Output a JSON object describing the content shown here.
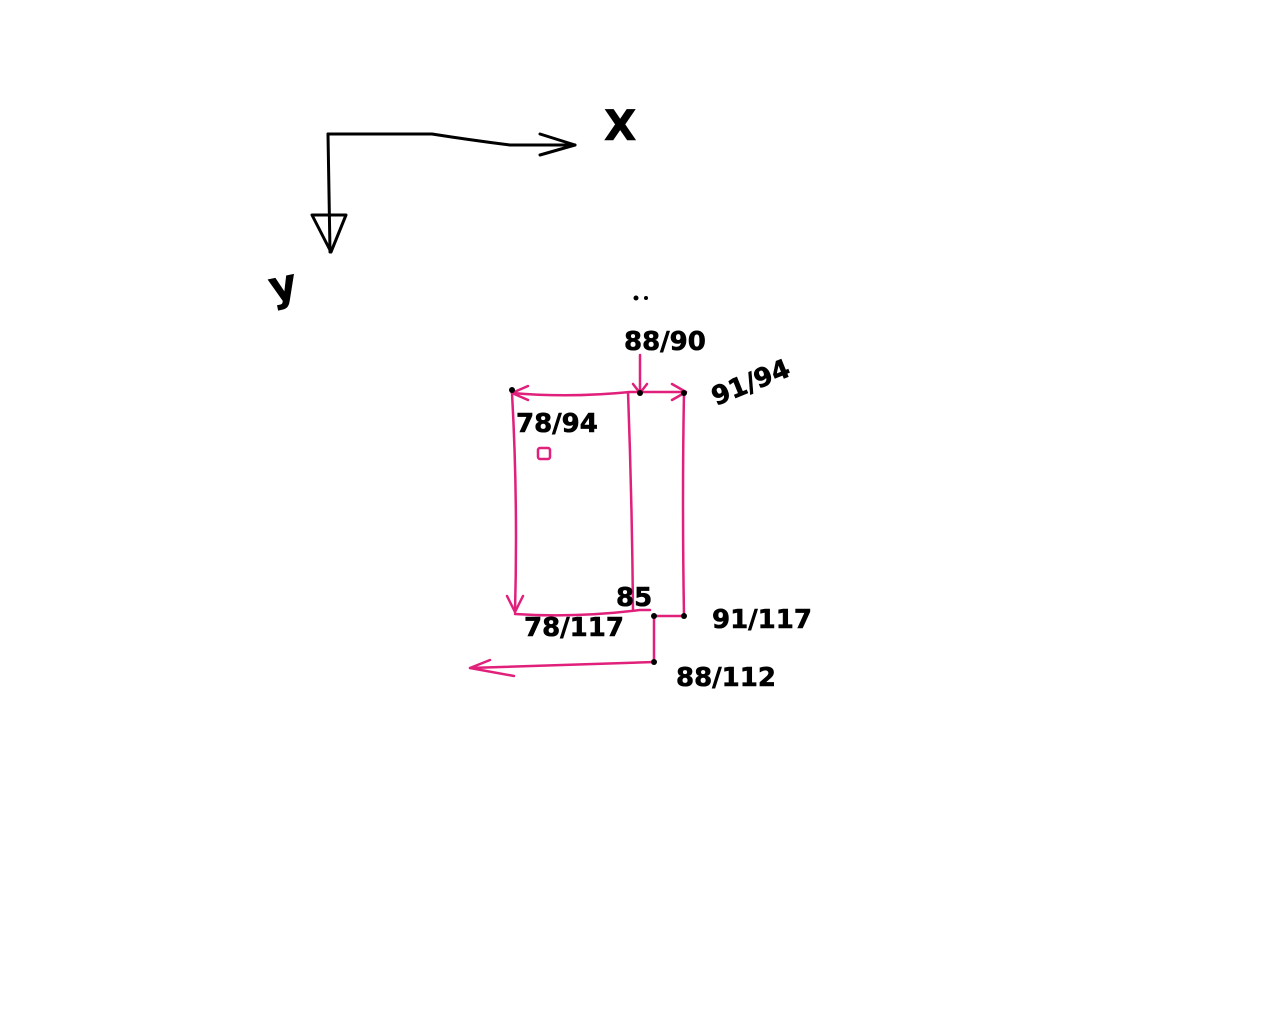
{
  "colors": {
    "background": "#ffffff",
    "axis": "#000000",
    "path": "#e0207a"
  },
  "axes": {
    "x_label": "X",
    "y_label": "y"
  },
  "points": {
    "p1": "88/90",
    "p2": "91/94",
    "p3": "78/94",
    "p4": "78/117",
    "p5": "85",
    "p6": "91/117",
    "p7": "88/112"
  }
}
